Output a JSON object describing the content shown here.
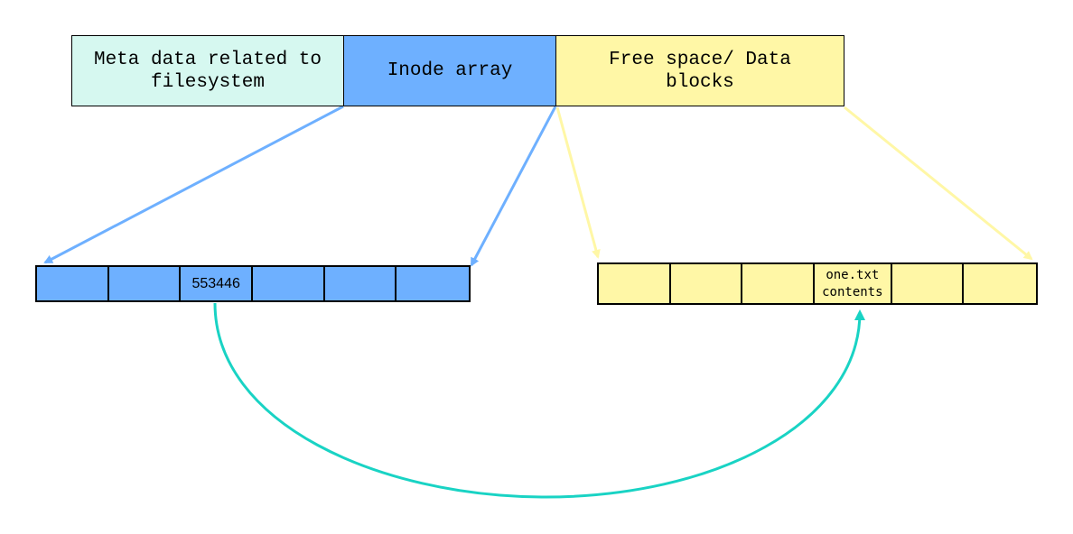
{
  "top_bar": {
    "segments": [
      {
        "label": "Meta data related to\nfilesystem",
        "color": "#d6f8f0"
      },
      {
        "label": "Inode array",
        "color": "#6eb0ff"
      },
      {
        "label": "Free space/ Data\nblocks",
        "color": "#fff7a6"
      }
    ]
  },
  "inode_strip": {
    "color": "#6eb0ff",
    "cells": [
      "",
      "",
      "553446",
      "",
      "",
      ""
    ]
  },
  "data_strip": {
    "color": "#fff7a6",
    "cells": [
      "",
      "",
      "",
      "one.txt\ncontents",
      "",
      ""
    ]
  },
  "arrow_colors": {
    "inode_zoom": "#6eb0ff",
    "data_zoom": "#fff7a6",
    "pointer": "#19d3c4"
  }
}
